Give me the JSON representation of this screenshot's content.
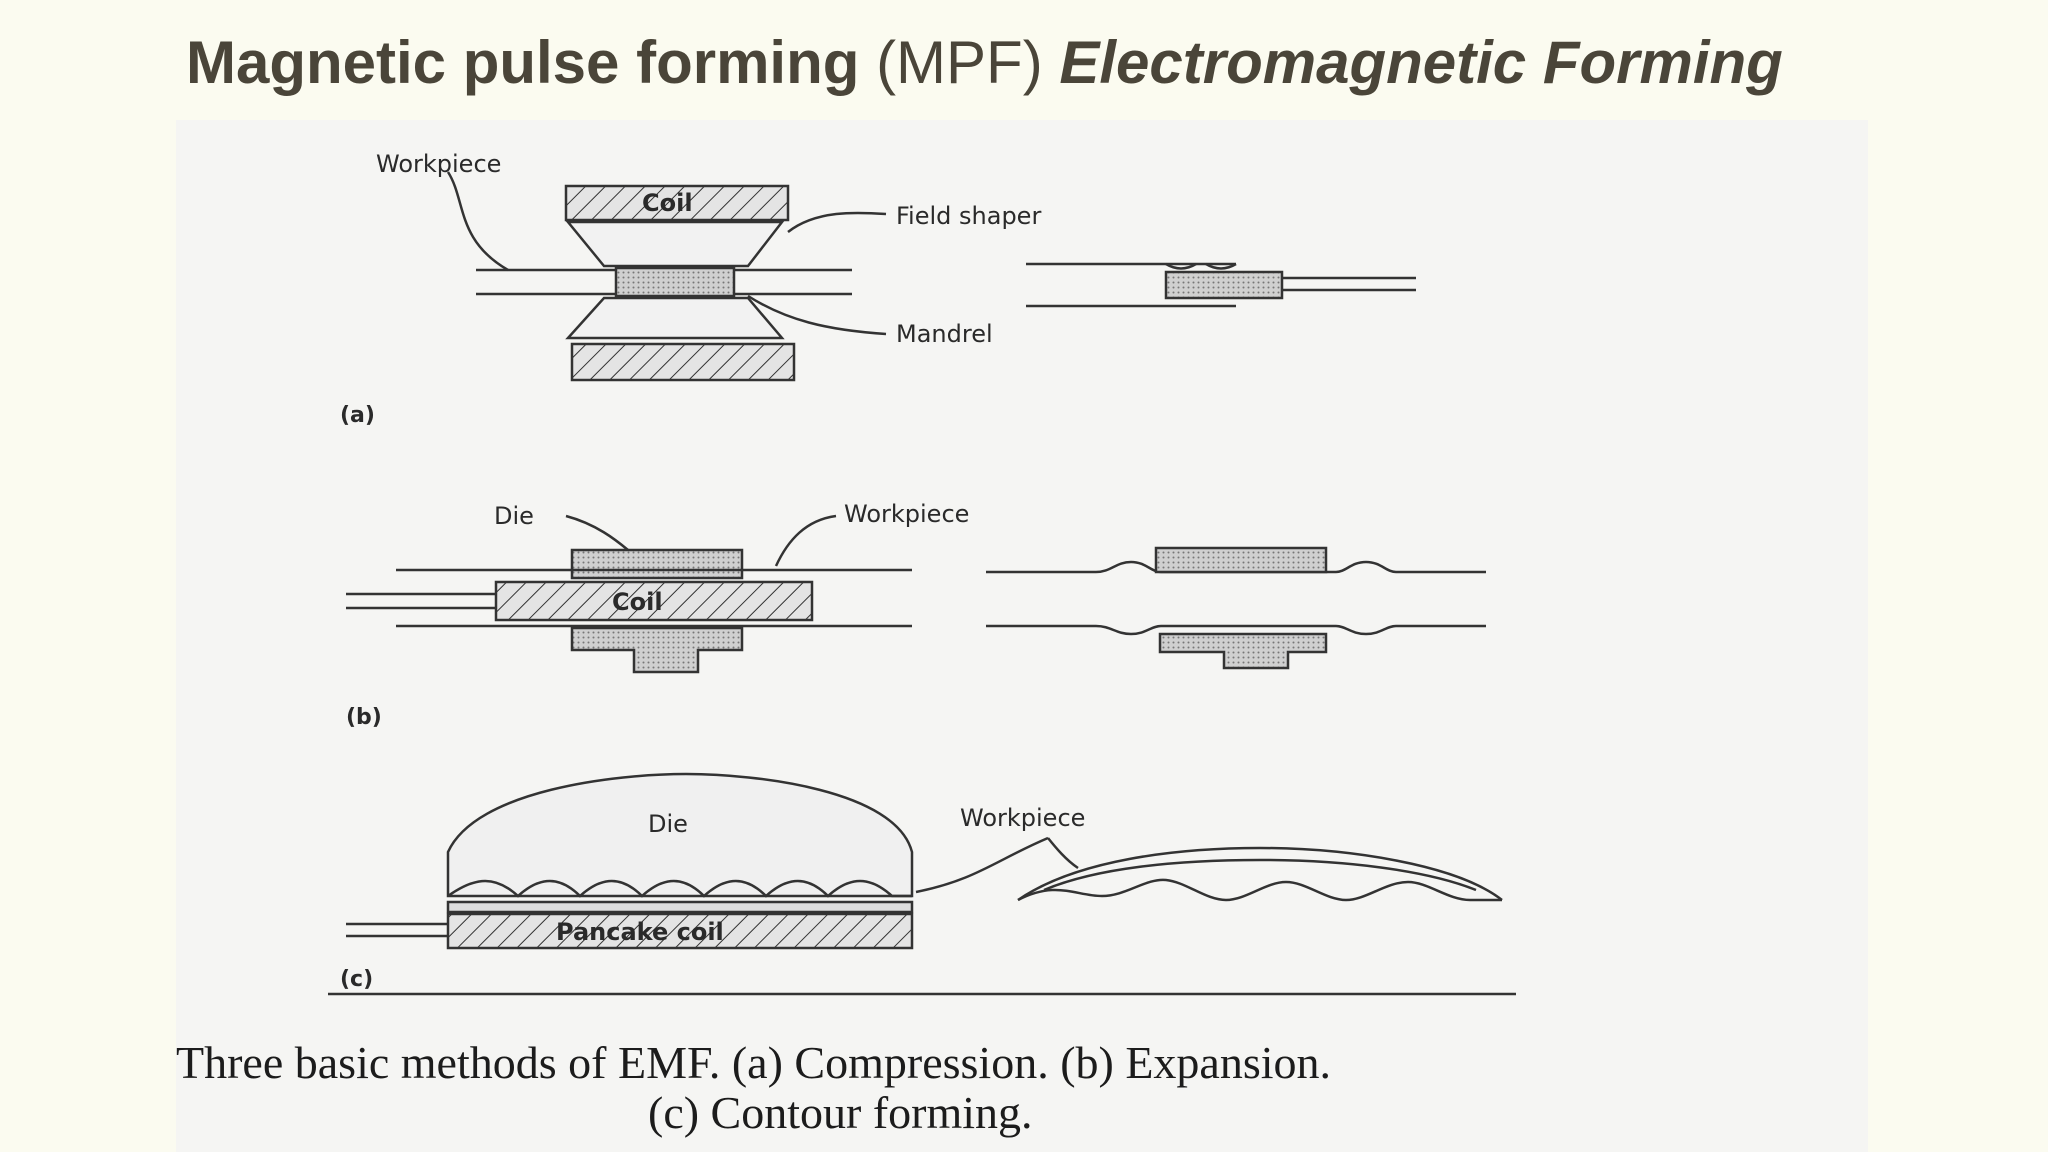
{
  "slide": {
    "title_bold": "Magnetic pulse forming",
    "title_abbr": "(MPF)",
    "title_italic": "Electromagnetic Forming"
  },
  "figure": {
    "part_a": {
      "tag": "(a)",
      "workpiece_label": "Workpiece",
      "coil_label": "Coil",
      "field_shaper_label": "Field shaper",
      "mandrel_label": "Mandrel"
    },
    "part_b": {
      "tag": "(b)",
      "die_label": "Die",
      "workpiece_label": "Workpiece",
      "coil_label": "Coil"
    },
    "part_c": {
      "tag": "(c)",
      "die_label": "Die",
      "workpiece_label": "Workpiece",
      "coil_label": "Pancake coil"
    },
    "caption_line1": "Three basic methods of EMF. (a) Compression. (b) Expansion.",
    "caption_line2": "(c) Contour forming."
  }
}
